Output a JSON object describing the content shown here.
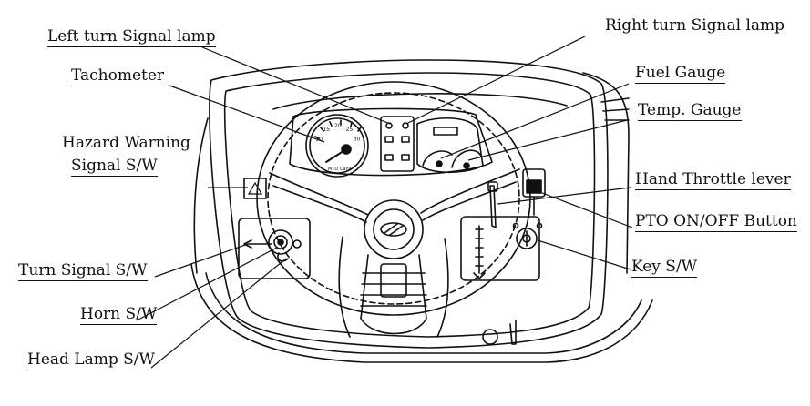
{
  "labels": {
    "left_turn_signal_lamp": "Left turn Signal lamp",
    "right_turn_signal_lamp": "Right turn Signal lamp",
    "tachometer": "Tachometer",
    "fuel_gauge": "Fuel Gauge",
    "temp_gauge": "Temp. Gauge",
    "hazard_warning_line1": "Hazard Warning",
    "hazard_warning_line2": "Signal S/W",
    "hand_throttle_lever": "Hand Throttle lever",
    "pto_button": "PTO ON/OFF Button",
    "key_sw": "Key S/W",
    "turn_signal_sw": "Turn Signal S/W",
    "horn_sw": "Horn S/W",
    "head_lamp_sw": "Head Lamp S/W"
  },
  "tachometer_scale": [
    "10",
    "15",
    "20",
    "25",
    "30"
  ],
  "tachometer_brand": "MTO Cana"
}
